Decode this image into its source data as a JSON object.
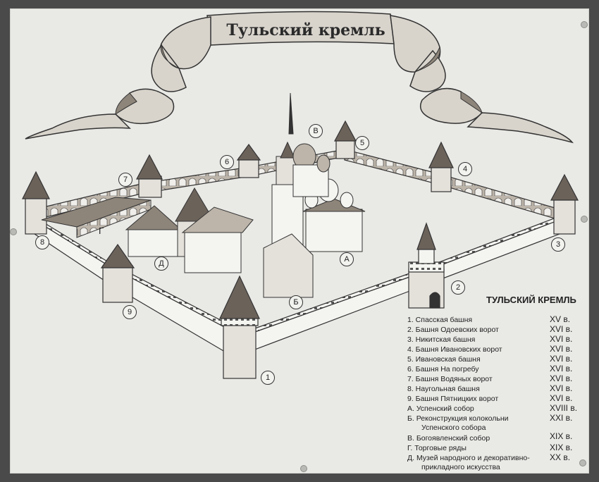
{
  "title": "Тульский кремль",
  "legend": {
    "heading": "ТУЛЬСКИЙ КРЕМЛЬ",
    "items": [
      {
        "label": "1. Спасская башня",
        "century": "XV в."
      },
      {
        "label": "2. Башня Одоевских ворот",
        "century": "XVI в."
      },
      {
        "label": "3. Никитская башня",
        "century": "XVI в."
      },
      {
        "label": "4. Башня Ивановских ворот",
        "century": "XVI в."
      },
      {
        "label": "5. Ивановская башня",
        "century": "XVI в."
      },
      {
        "label": "6. Башня На погребу",
        "century": "XVI в."
      },
      {
        "label": "7. Башня Водяных ворот",
        "century": "XVI в."
      },
      {
        "label": "8. Наугольная башня",
        "century": "XVI в."
      },
      {
        "label": "9. Башня Пятницких ворот",
        "century": "XVI в."
      },
      {
        "label": "А. Успенский собор",
        "century": "XVIII в."
      },
      {
        "label": "Б. Реконструкция колокольни",
        "century": "XXI в."
      },
      {
        "label": "Успенского собора",
        "century": ""
      },
      {
        "label": "В. Богоявленский собор",
        "century": "XIX в."
      },
      {
        "label": "Г. Торговые ряды",
        "century": "XIX в."
      },
      {
        "label": "Д. Музей народного и декоративно-",
        "century": "XX в."
      },
      {
        "label": "прикладного искусства",
        "century": ""
      }
    ]
  },
  "markers": {
    "m1": "1",
    "m2": "2",
    "m3": "3",
    "m4": "4",
    "m5": "5",
    "m6": "6",
    "m7": "7",
    "m8": "8",
    "m9": "9",
    "mA": "А",
    "mB": "Б",
    "mV": "В",
    "mG": "Г",
    "mD": "Д"
  },
  "colors": {
    "wall": "#f4f4f1",
    "stroke": "#333333",
    "roof": "#6b625a",
    "banner": "#d7d3cb",
    "banner_dark": "#8e857a"
  }
}
